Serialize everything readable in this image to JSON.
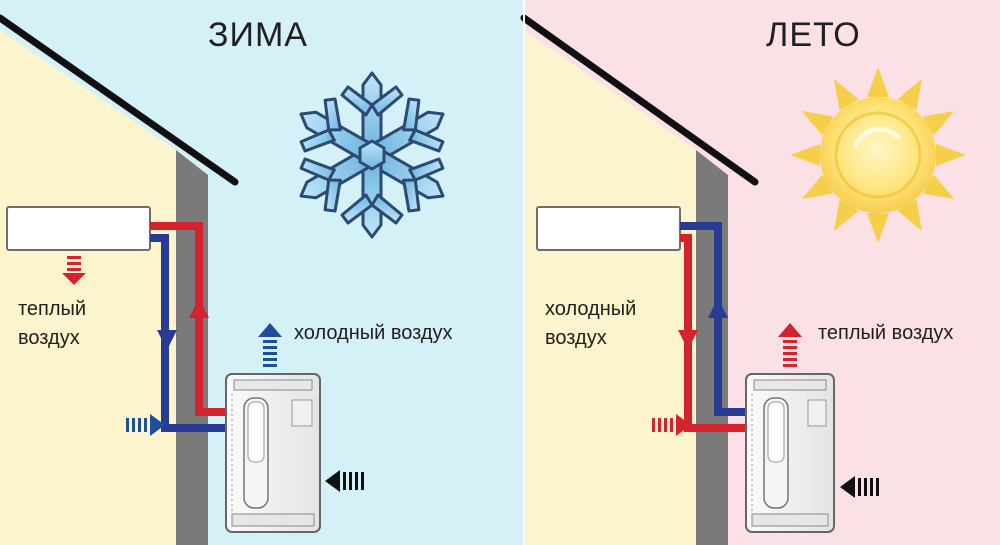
{
  "winter": {
    "title": "ЗИМА",
    "indoor_label_line1": "теплый",
    "indoor_label_line2": "воздух",
    "outdoor_label": "холодный воздух",
    "background_color": "#d4f1f7",
    "wall_color": "#fbf4cc",
    "icon": "snowflake-icon"
  },
  "summer": {
    "title": "ЛЕТО",
    "indoor_label_line1": "холодный",
    "indoor_label_line2": "воздух",
    "outdoor_label": "теплый воздух",
    "background_color": "#fbe1e6",
    "wall_color": "#fbf4cc",
    "icon": "sun-icon"
  },
  "colors": {
    "hot_pipe": "#d3242d",
    "cold_pipe": "#283c95",
    "outer_wall": "#7a7a7a",
    "roof_line": "#111111"
  }
}
